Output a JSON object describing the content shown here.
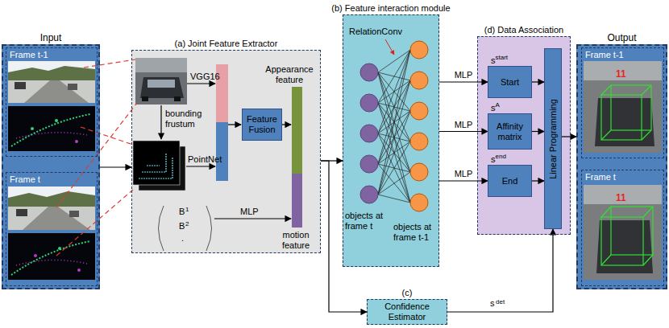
{
  "diagram": {
    "nodes": [
      {
        "text": [
          "Input"
        ]
      },
      {
        "text": [
          "Frame t-1"
        ],
        "in": 0
      },
      {
        "text": [
          "Frame t"
        ],
        "in": 0
      },
      {
        "text": [
          "(a) Joint Feature Extractor"
        ]
      },
      {
        "text": [
          "Feature Fusion"
        ],
        "in": 3
      },
      {
        "text": [
          "(b) Feature interaction module"
        ]
      },
      {
        "text": [
          "(d) Data Association"
        ]
      },
      {
        "text": [
          "s",
          "start",
          "Start"
        ],
        "in": 6
      },
      {
        "text": [
          "s",
          "A",
          "Affinity matrix"
        ],
        "in": 6
      },
      {
        "text": [
          "s",
          "end",
          "End"
        ],
        "in": 6
      },
      {
        "text": [
          "Linear Programming"
        ],
        "in": 6
      },
      {
        "text": [
          "Output"
        ]
      },
      {
        "text": [
          "Frame t-1"
        ],
        "in": 11
      },
      {
        "text": [
          "Frame t"
        ],
        "in": 11
      },
      {
        "text": [
          "(c)",
          "Confidence Estimator"
        ]
      }
    ],
    "edges": [
      {
        "from": 0,
        "to": 3,
        "arrow": "to"
      },
      {
        "from": 3,
        "to": 5,
        "arrow": "to"
      },
      {
        "from": 3,
        "to": 14,
        "arrow": "to"
      },
      {
        "from": 5,
        "to": 7,
        "label": "MLP",
        "arrow": "to"
      },
      {
        "from": 5,
        "to": 8,
        "label": "MLP",
        "arrow": "to"
      },
      {
        "from": 5,
        "to": 9,
        "label": "MLP",
        "arrow": "to"
      },
      {
        "from": 7,
        "to": 10,
        "arrow": "to"
      },
      {
        "from": 8,
        "to": 10,
        "arrow": "to"
      },
      {
        "from": 9,
        "to": 10,
        "arrow": "to"
      },
      {
        "from": 14,
        "to": 10,
        "arrow": "to"
      },
      {
        "from": 10,
        "to": 11,
        "arrow": "to"
      }
    ],
    "labels": [
      "VGG16",
      "bounding frustum",
      "PointNet",
      "Appearance feature",
      "B",
      "1",
      "B",
      "2",
      ".",
      "MLP",
      "motion feature",
      "RelationConv",
      "objects at frame t",
      "objects at frame t-1",
      "s",
      "det",
      "11",
      "11"
    ]
  }
}
